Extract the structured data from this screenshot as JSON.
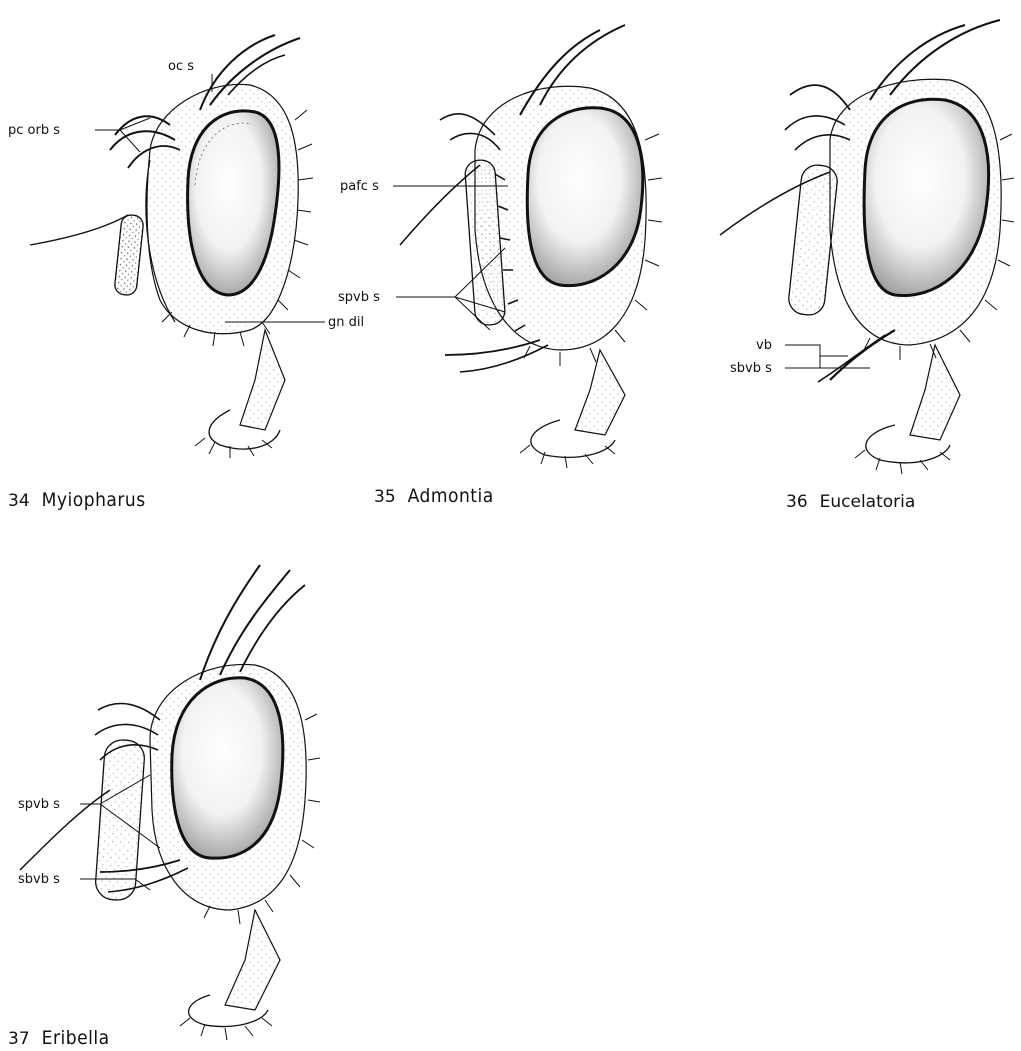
{
  "figures": [
    {
      "number": "34",
      "genus": "Myiopharus",
      "labels": {
        "oc_s": "oc s",
        "pc_orb_s": "pc orb s",
        "gn_dil": "gn dil"
      }
    },
    {
      "number": "35",
      "genus": "Admontia",
      "labels": {
        "pafc_s": "pafc s",
        "spvb_s": "spvb s"
      }
    },
    {
      "number": "36",
      "genus": "Eucelatoria",
      "labels": {
        "vb": "vb",
        "sbvb_s": "sbvb s"
      }
    },
    {
      "number": "37",
      "genus": "Eribella",
      "labels": {
        "spvb_s": "spvb s",
        "sbvb_s": "sbvb s"
      }
    }
  ],
  "colors": {
    "ink": "#111111",
    "stipple": "#555555",
    "background": "#ffffff"
  }
}
